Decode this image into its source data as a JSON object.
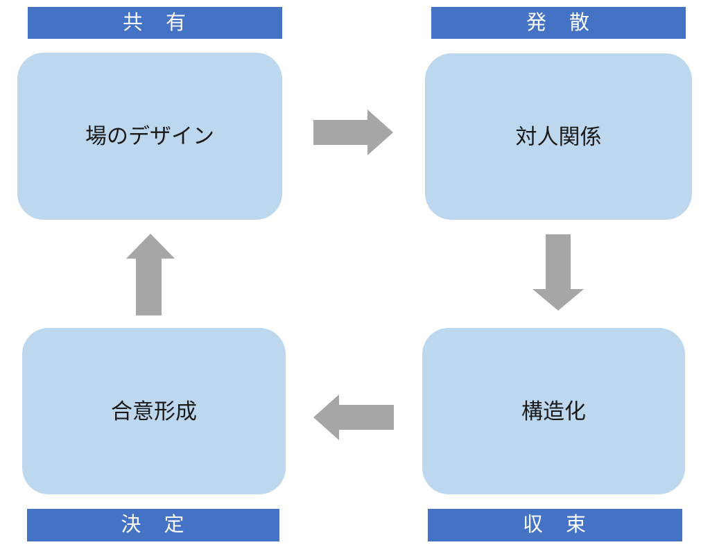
{
  "page": {
    "background": "#ffffff",
    "description": "Four-phase facilitation cycle diagram"
  },
  "colors": {
    "bar_blue": "#4472c4",
    "box_blue": "#bdd7ee",
    "arrow_gray": "#a6a6a6",
    "bar_text": "#ffffff",
    "box_text": "#1a1a1a"
  },
  "diagram": {
    "phases": [
      {
        "id": "share",
        "label": "共　有",
        "position": "top-left"
      },
      {
        "id": "diverge",
        "label": "発　散",
        "position": "top-right"
      },
      {
        "id": "decide",
        "label": "決　定",
        "position": "bottom-left"
      },
      {
        "id": "converge",
        "label": "収　束",
        "position": "bottom-right"
      }
    ],
    "nodes": [
      {
        "id": "ba-design",
        "label": "場のデザイン",
        "position": "top-left"
      },
      {
        "id": "interpersonal",
        "label": "対人関係",
        "position": "top-right"
      },
      {
        "id": "consensus",
        "label": "合意形成",
        "position": "bottom-left"
      },
      {
        "id": "structuring",
        "label": "構造化",
        "position": "bottom-right"
      }
    ],
    "arrows": [
      {
        "icon": "arrow-right-icon",
        "from": "ba-design",
        "to": "interpersonal",
        "direction": "right"
      },
      {
        "icon": "arrow-down-icon",
        "from": "interpersonal",
        "to": "structuring",
        "direction": "down"
      },
      {
        "icon": "arrow-left-icon",
        "from": "structuring",
        "to": "consensus",
        "direction": "left"
      },
      {
        "icon": "arrow-up-icon",
        "from": "consensus",
        "to": "ba-design",
        "direction": "up"
      }
    ]
  }
}
